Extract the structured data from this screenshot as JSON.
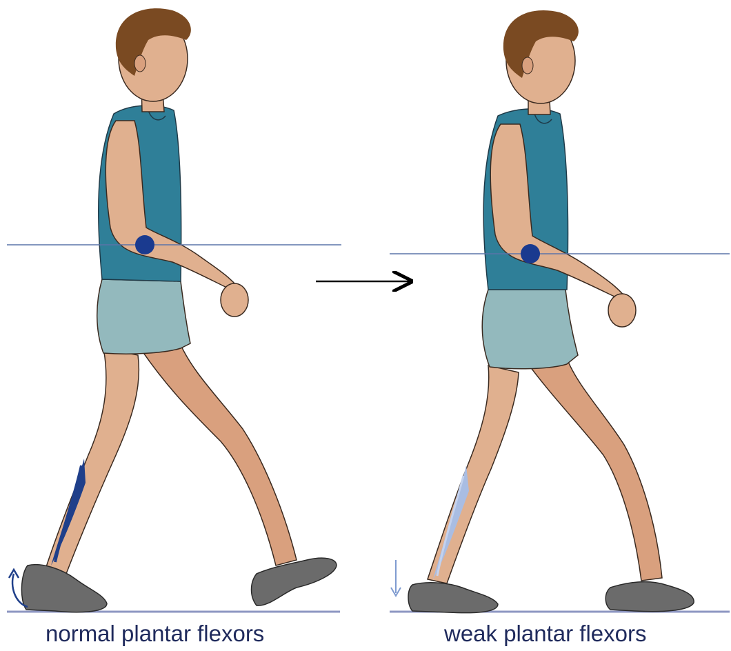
{
  "captions": {
    "left": "normal plantar flexors",
    "right": "weak plantar flexors"
  },
  "colors": {
    "skin": "#e0b08f",
    "skin_shade": "#cf9674",
    "hair": "#7a4a22",
    "shirt": "#2f7f98",
    "shirt_dark": "#1f5f75",
    "shorts": "#93b9bd",
    "shorts_dark": "#6f9aa0",
    "shoe": "#6b6b6b",
    "reference_line": "#5a73a8",
    "ground_line": "#8d96c2",
    "strong_muscle": "#1f3f8a",
    "weak_muscle": "#a9bde3",
    "joint_marker": "#1a3a8f",
    "arrow": "#000000"
  },
  "figures": [
    {
      "id": "normal",
      "muscle": "strong",
      "heel_indicator": "curved-up-arrow"
    },
    {
      "id": "weak",
      "muscle": "weak",
      "heel_indicator": "down-arrow"
    }
  ]
}
